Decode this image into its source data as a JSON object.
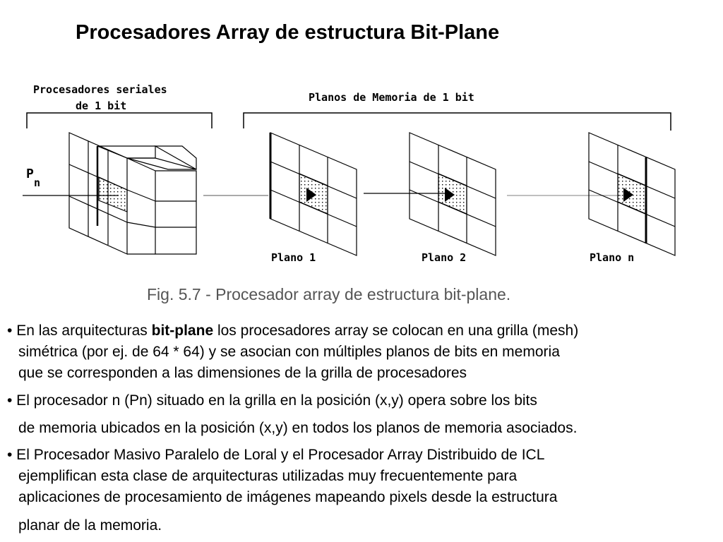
{
  "slide": {
    "title": "Procesadores Array de estructura Bit-Plane"
  },
  "figure": {
    "label_processors_line1": "Procesadores seriales",
    "label_processors_line2": "de 1 bit",
    "label_memory": "Planos de Memoria de 1 bit",
    "processor_label_main": "P",
    "processor_label_sub": "n",
    "planes": [
      "Plano 1",
      "Plano 2",
      "Plano n"
    ],
    "caption": "Fig. 5.7 - Procesador array de estructura bit-plane."
  },
  "bullets": {
    "b1": {
      "marker": "•",
      "pre": " En las arquitecturas ",
      "bold": "bit-plane",
      "post": " los procesadores array se colocan en una grilla (mesh)",
      "line2": "simétrica (por ej. de 64 * 64) y se asocian con múltiples planos de bits en memoria",
      "line3": "que se corresponden a las dimensiones de la grilla de procesadores"
    },
    "b2": {
      "line1": "• El procesador n (Pn) situado en la grilla en la posición (x,y) opera sobre los bits",
      "line2": "de memoria ubicados en la posición (x,y) en todos los planos de memoria asociados."
    },
    "b3": {
      "line1": "• El Procesador Masivo Paralelo de Loral y el Procesador Array Distribuido de ICL",
      "line2": "ejemplifican esta clase de arquitecturas utilizadas muy frecuentemente para",
      "line3": "aplicaciones de procesamiento de imágenes mapeando pixels desde la estructura",
      "line4": "planar de la memoria."
    }
  }
}
